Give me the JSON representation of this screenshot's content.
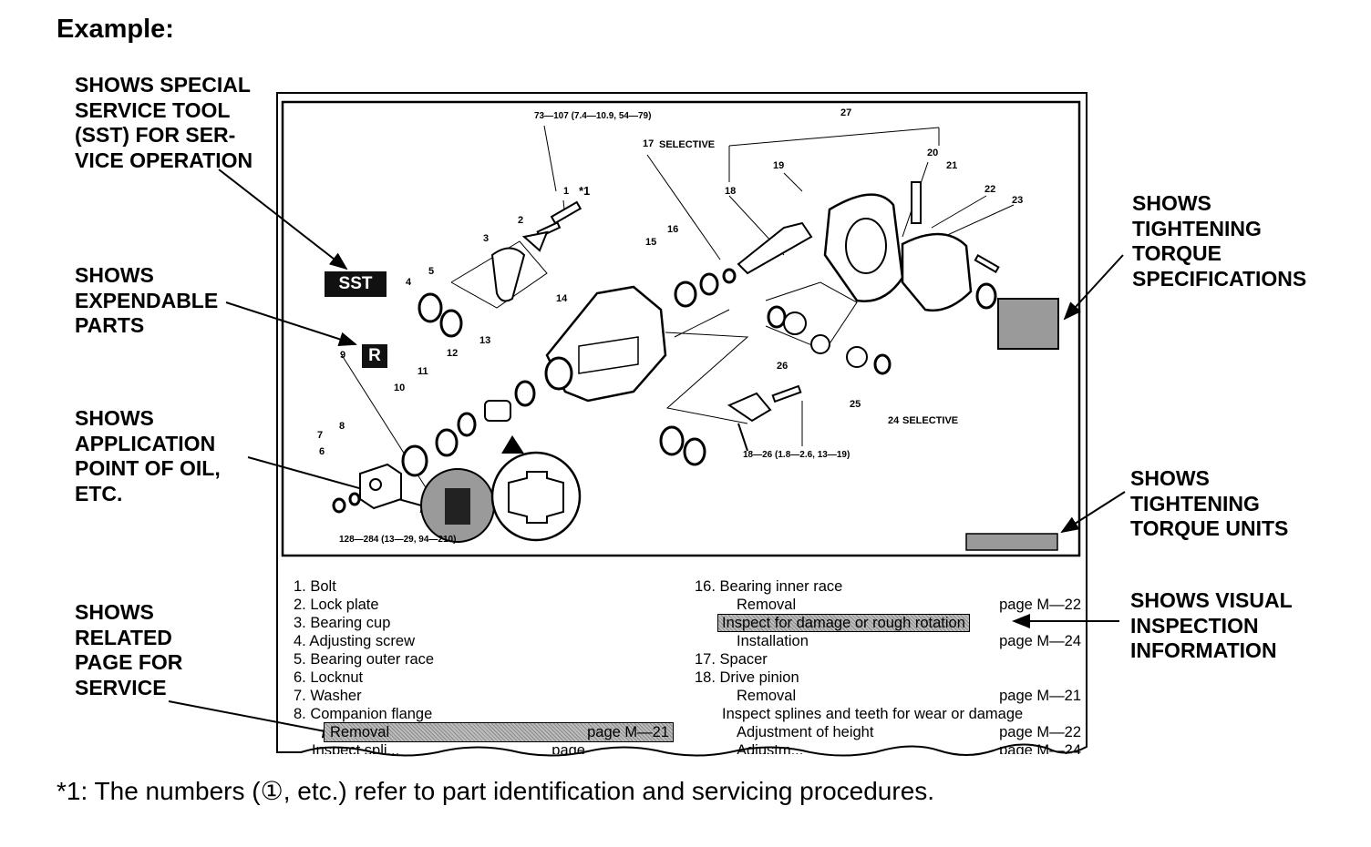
{
  "heading": "Example:",
  "callouts": {
    "sst": "SHOWS SPECIAL\nSERVICE TOOL\n(SST) FOR SER-\nVICE OPERATION",
    "expendable": "SHOWS\nEXPENDABLE\nPARTS",
    "oil": "SHOWS\nAPPLICATION\nPOINT OF OIL,\nETC.",
    "related_page": "SHOWS\nRELATED\nPAGE FOR\nSERVICE",
    "torque_spec": "SHOWS\nTIGHTENING\nTORQUE\nSPECIFICATIONS",
    "torque_units": "SHOWS\nTIGHTENING\nTORQUE UNITS",
    "visual": "SHOWS VISUAL\nINSPECTION\nINFORMATION"
  },
  "diagram": {
    "sst_tag": "SST",
    "r_tag": "R",
    "torque_top": "73—107 (7.4—10.9, 54—79)",
    "torque_bottom": "18—26 (1.8—2.6, 13—19)",
    "torque_lower_left": "128—284 (13—29, 94—210)",
    "selective_17": "SELECTIVE",
    "selective_24": "SELECTIVE",
    "star_note": "*1",
    "part_numbers": [
      "1",
      "2",
      "3",
      "4",
      "5",
      "6",
      "7",
      "8",
      "9",
      "10",
      "11",
      "12",
      "13",
      "14",
      "15",
      "16",
      "17",
      "18",
      "19",
      "20",
      "21",
      "22",
      "23",
      "24",
      "25",
      "26",
      "27"
    ]
  },
  "legend_left": [
    {
      "text": "1. Bolt"
    },
    {
      "text": "2. Lock plate"
    },
    {
      "text": "3. Bearing cup"
    },
    {
      "text": "4. Adjusting screw"
    },
    {
      "text": "5. Bearing outer race"
    },
    {
      "text": "6. Locknut"
    },
    {
      "text": "7. Washer"
    },
    {
      "text": "8. Companion flange"
    },
    {
      "text": "Removal",
      "page": "page M—21"
    },
    {
      "text": "Inspect spli...",
      "page": "page"
    }
  ],
  "legend_right": [
    {
      "text": "16. Bearing inner race"
    },
    {
      "text": "Removal",
      "page": "page M—22"
    },
    {
      "text": "Inspect for damage or rough rotation"
    },
    {
      "text": "Installation",
      "page": "page M—24"
    },
    {
      "text": "17. Spacer"
    },
    {
      "text": "18. Drive pinion"
    },
    {
      "text": "Removal",
      "page": "page M—21"
    },
    {
      "text": "Inspect splines and teeth for wear or damage"
    },
    {
      "text": "Adjustment of height",
      "page": "page M—22"
    },
    {
      "text": "Adjustm...",
      "page": "page M—24"
    }
  ],
  "footnote": "*1:  The numbers (①, etc.) refer to part identification and servicing procedures."
}
